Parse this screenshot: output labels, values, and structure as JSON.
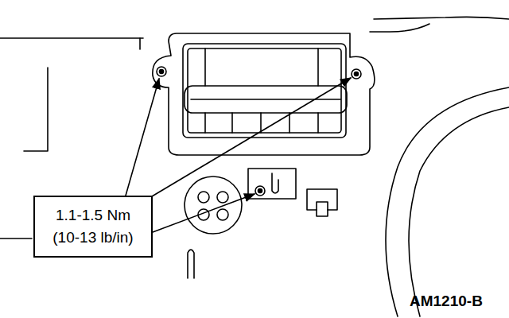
{
  "diagram": {
    "nodes": [
      {
        "text": [
          "1.1-1.5 Nm",
          "(10-13 lb/in)"
        ]
      }
    ],
    "labels": [
      "AM1210-B"
    ]
  }
}
